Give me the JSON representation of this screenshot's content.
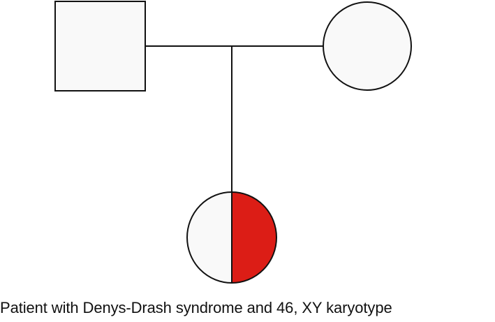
{
  "caption": "Patient with Denys-Drash syndrome and 46, XY karyotype",
  "colors": {
    "stroke": "#111111",
    "unaffected_fill": "#f9f9f9",
    "affected_fill": "#dc1d16",
    "background": "#ffffff"
  },
  "pedigree": {
    "father": {
      "sex": "male",
      "affected": false
    },
    "mother": {
      "sex": "female",
      "affected": false
    },
    "child": {
      "sex": "female",
      "affected": true,
      "affected_half": "right"
    }
  }
}
